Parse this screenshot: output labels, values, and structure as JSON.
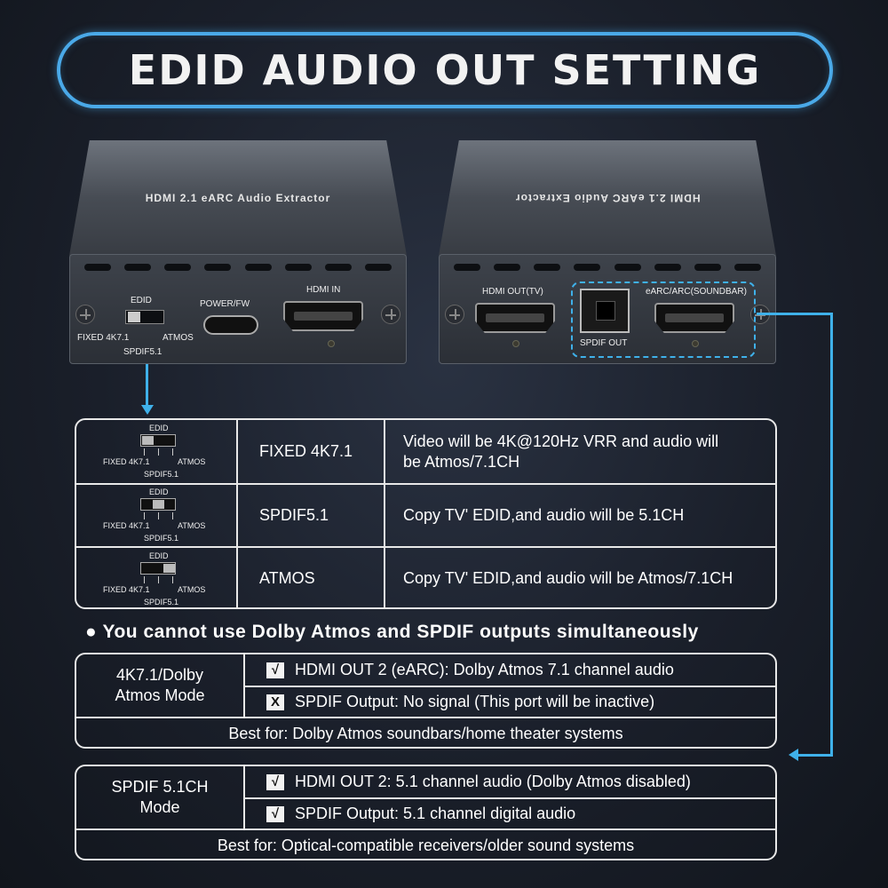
{
  "header": {
    "title": "EDID AUDIO OUT SETTING"
  },
  "left_device": {
    "top_label": "HDMI 2.1 eARC Audio Extractor",
    "edid_label": "EDID",
    "switch_fixed": "FIXED 4K7.1",
    "switch_atmos": "ATMOS",
    "switch_spdif": "SPDIF5.1",
    "power_label": "POWER/FW",
    "hdmi_in_label": "HDMI IN"
  },
  "right_device": {
    "top_label": "HDMI 2.1 eARC Audio Extractor",
    "hdmi_out_label": "HDMI OUT(TV)",
    "spdif_label": "SPDIF OUT",
    "earc_label": "eARC/ARC(SOUNDBAR)"
  },
  "edid_table": {
    "rows": [
      {
        "switch": {
          "edid": "EDID",
          "fixed": "FIXED 4K7.1",
          "atmos": "ATMOS",
          "spdif": "SPDIF5.1",
          "position": "left"
        },
        "mode": "FIXED 4K7.1",
        "desc_line1": "Video will be 4K@120Hz VRR and audio will",
        "desc_line2": "be Atmos/7.1CH"
      },
      {
        "switch": {
          "edid": "EDID",
          "fixed": "FIXED 4K7.1",
          "atmos": "ATMOS",
          "spdif": "SPDIF5.1",
          "position": "center"
        },
        "mode": "SPDIF5.1",
        "desc_line1": "Copy TV' EDID,and audio will be 5.1CH",
        "desc_line2": ""
      },
      {
        "switch": {
          "edid": "EDID",
          "fixed": "FIXED 4K7.1",
          "atmos": "ATMOS",
          "spdif": "SPDIF5.1",
          "position": "right"
        },
        "mode": "ATMOS",
        "desc_line1": "Copy TV' EDID,and audio will be Atmos/7.1CH",
        "desc_line2": ""
      }
    ]
  },
  "note": "You cannot use Dolby Atmos and SPDIF outputs simultaneously",
  "mode_boxes": [
    {
      "name_line1": "4K7.1/Dolby",
      "name_line2": "Atmos Mode",
      "items": [
        {
          "mark": "√",
          "text": "HDMI OUT 2 (eARC): Dolby Atmos 7.1 channel audio"
        },
        {
          "mark": "X",
          "text": "SPDIF Output: No signal (This port will be inactive)"
        }
      ],
      "best_for": "Best for: Dolby Atmos soundbars/home theater systems"
    },
    {
      "name_line1": "SPDIF 5.1CH",
      "name_line2": "Mode",
      "items": [
        {
          "mark": "√",
          "text": "HDMI OUT 2: 5.1 channel audio (Dolby Atmos disabled)"
        },
        {
          "mark": "√",
          "text": "SPDIF Output: 5.1 channel digital audio"
        }
      ],
      "best_for": "Best for: Optical-compatible receivers/older sound systems"
    }
  ],
  "colors": {
    "accent": "#3fb1ea",
    "background": "#1a1f2a",
    "border": "#e8e8e8"
  }
}
